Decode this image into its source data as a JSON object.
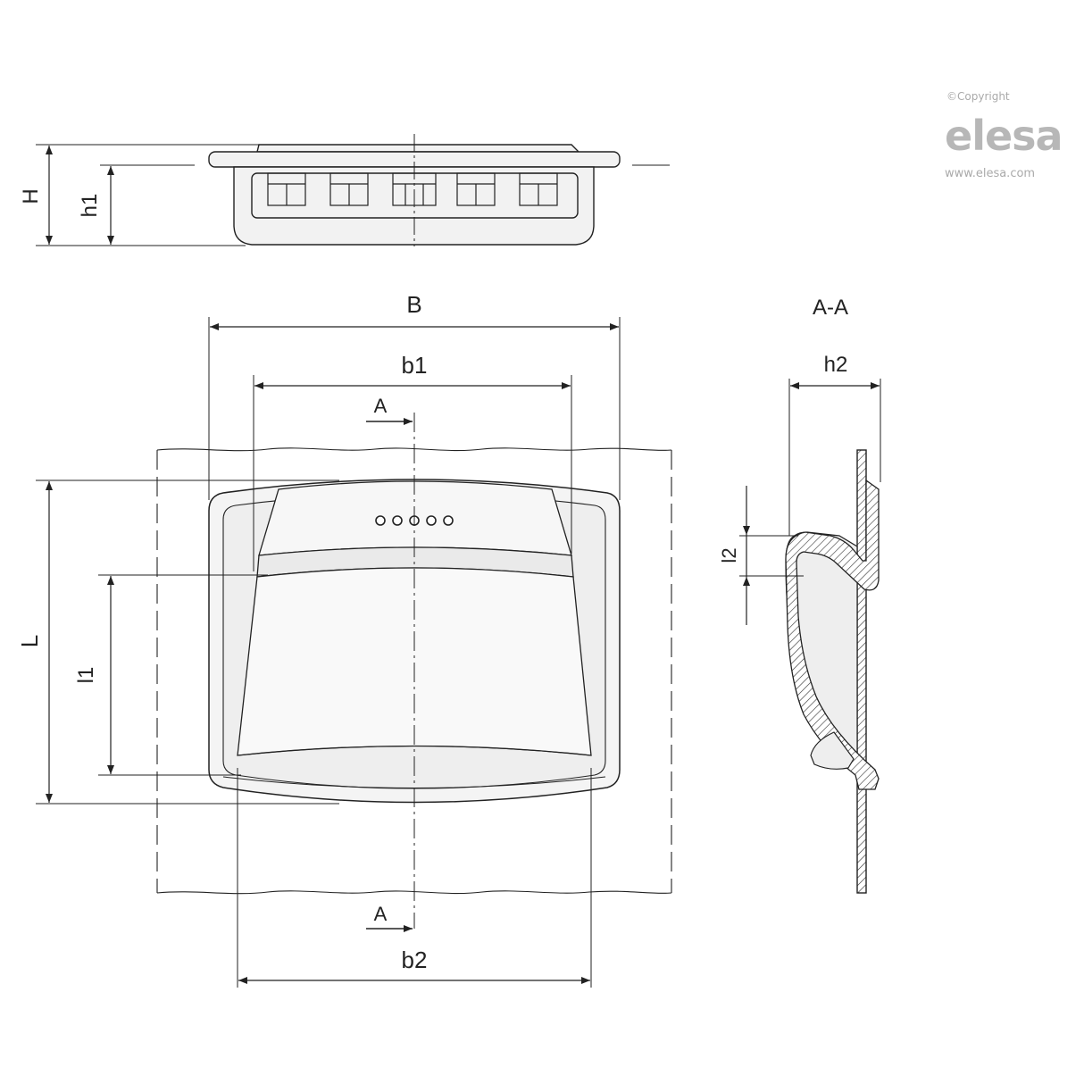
{
  "brand": {
    "copyright": "©Copyright",
    "logo": "elesa",
    "url": "www.elesa.com"
  },
  "labels": {
    "H": "H",
    "h1": "h1",
    "B": "B",
    "b1": "b1",
    "b2": "b2",
    "L": "L",
    "l1": "l1",
    "l2": "l2",
    "h2": "h2",
    "section_title": "A-A",
    "section_top": "A",
    "section_bottom": "A"
  },
  "colors": {
    "line": "#222222",
    "part_fill": "#f2f2f2",
    "logo_gray": "#b7b7b7"
  },
  "icons": {
    "section_arrow": "section-arrow-icon",
    "vent_holes": "vent-holes-icon"
  }
}
